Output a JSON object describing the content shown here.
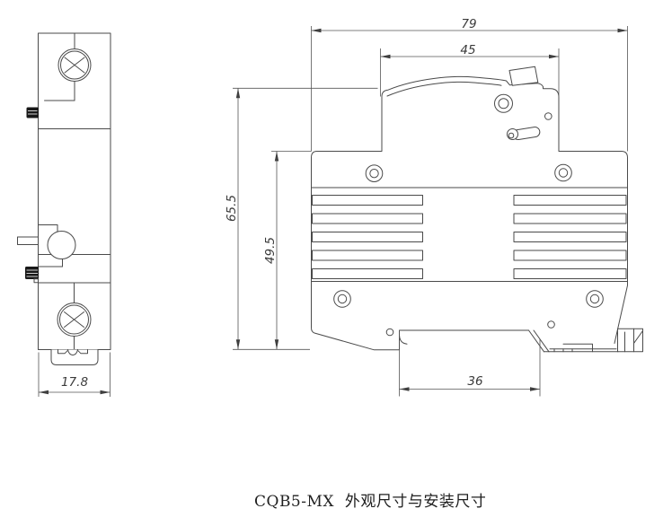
{
  "caption": {
    "text": "CQB5-MX  外观尺寸与安装尺寸"
  },
  "dimensions": {
    "overall_width": "79",
    "upper_section_width": "45",
    "overall_height": "65.5",
    "body_height": "49.5",
    "din_slot_width": "36",
    "side_width": "17.8"
  },
  "colors": {
    "background": "#ffffff",
    "outline": "#4a4a4a",
    "dimension_lines": "#555555",
    "dimension_text": "#3a3a3a",
    "knob_fill": "#181818"
  }
}
